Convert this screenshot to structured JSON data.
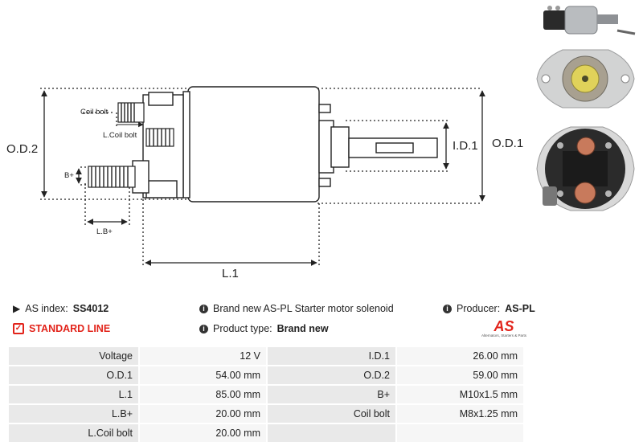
{
  "diagram": {
    "labels": {
      "od2": "O.D.2",
      "od1": "O.D.1",
      "id1": "I.D.1",
      "l1": "L.1",
      "lb": "L.B+",
      "coil_bolt": "Coil bolt",
      "lcoil_bolt": "L.Coil bolt",
      "b_plus": "B+"
    }
  },
  "info": {
    "as_index_label": "AS index:",
    "as_index_value": "SS4012",
    "description": "Brand new AS-PL Starter motor solenoid",
    "producer_label": "Producer:",
    "producer_value": "AS-PL",
    "standard_line": "STANDARD LINE",
    "product_type_label": "Product type:",
    "product_type_value": "Brand new"
  },
  "logo": {
    "text": "AS",
    "tagline": "Alternators, Starters & Parts"
  },
  "specs": [
    {
      "k1": "Voltage",
      "v1": "12 V",
      "k2": "I.D.1",
      "v2": "26.00 mm"
    },
    {
      "k1": "O.D.1",
      "v1": "54.00 mm",
      "k2": "O.D.2",
      "v2": "59.00 mm"
    },
    {
      "k1": "L.1",
      "v1": "85.00 mm",
      "k2": "B+",
      "v2": "M10x1.5 mm"
    },
    {
      "k1": "L.B+",
      "v1": "20.00 mm",
      "k2": "Coil bolt",
      "v2": "M8x1.25 mm"
    },
    {
      "k1": "L.Coil bolt",
      "v1": "20.00 mm",
      "k2": "",
      "v2": ""
    }
  ],
  "colors": {
    "accent_red": "#e2231a",
    "key_cell": "#e9e9e9",
    "value_cell": "#f6f6f6"
  }
}
